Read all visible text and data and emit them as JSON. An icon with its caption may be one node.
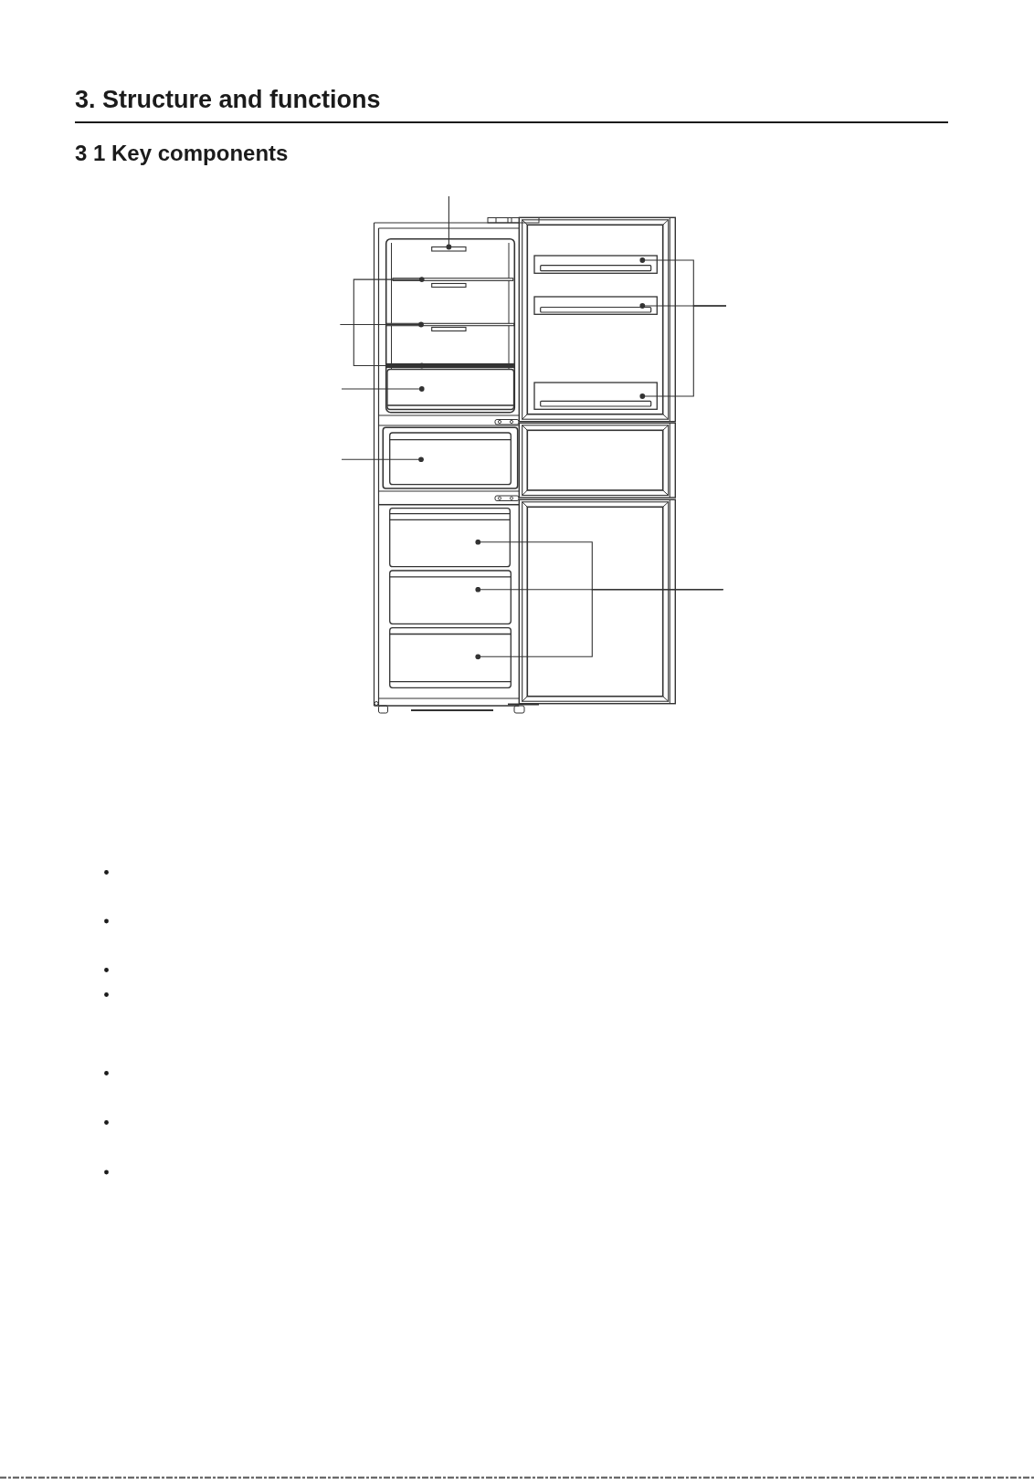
{
  "diagram": {
    "title": "3. Structure and functions",
    "nodes": [
      {
        "text": [],
        "shape": "bar"
      },
      {
        "text": [],
        "shape": "bar"
      },
      {
        "text": [],
        "shape": "bar"
      },
      {
        "text": [],
        "shape": "bar"
      },
      {
        "text": [],
        "shape": "box"
      },
      {
        "text": [],
        "shape": "box"
      },
      {
        "text": [],
        "shape": "box"
      },
      {
        "text": [],
        "shape": "box"
      },
      {
        "text": [],
        "shape": "box"
      },
      {
        "text": [],
        "shape": "box"
      },
      {
        "text": [],
        "shape": "box"
      },
      {
        "text": [],
        "shape": "box"
      }
    ],
    "edges": [
      {
        "from": null,
        "to": 0,
        "arrow": "other"
      },
      {
        "from": null,
        "to": 1,
        "arrow": "other"
      },
      {
        "from": null,
        "to": 2,
        "arrow": "other"
      },
      {
        "from": null,
        "to": 3,
        "arrow": "other"
      },
      {
        "from": null,
        "to": 4,
        "arrow": "other"
      },
      {
        "from": null,
        "to": 5,
        "arrow": "other"
      },
      {
        "from": null,
        "to": 6,
        "arrow": "other"
      },
      {
        "from": null,
        "to": 7,
        "arrow": "other"
      },
      {
        "from": null,
        "to": 8,
        "arrow": "other"
      },
      {
        "from": null,
        "to": 9,
        "arrow": "other"
      },
      {
        "from": null,
        "to": 10,
        "arrow": "other"
      },
      {
        "from": null,
        "to": 11,
        "arrow": "other"
      }
    ],
    "labels": [
      "3 1 Key components"
    ]
  }
}
